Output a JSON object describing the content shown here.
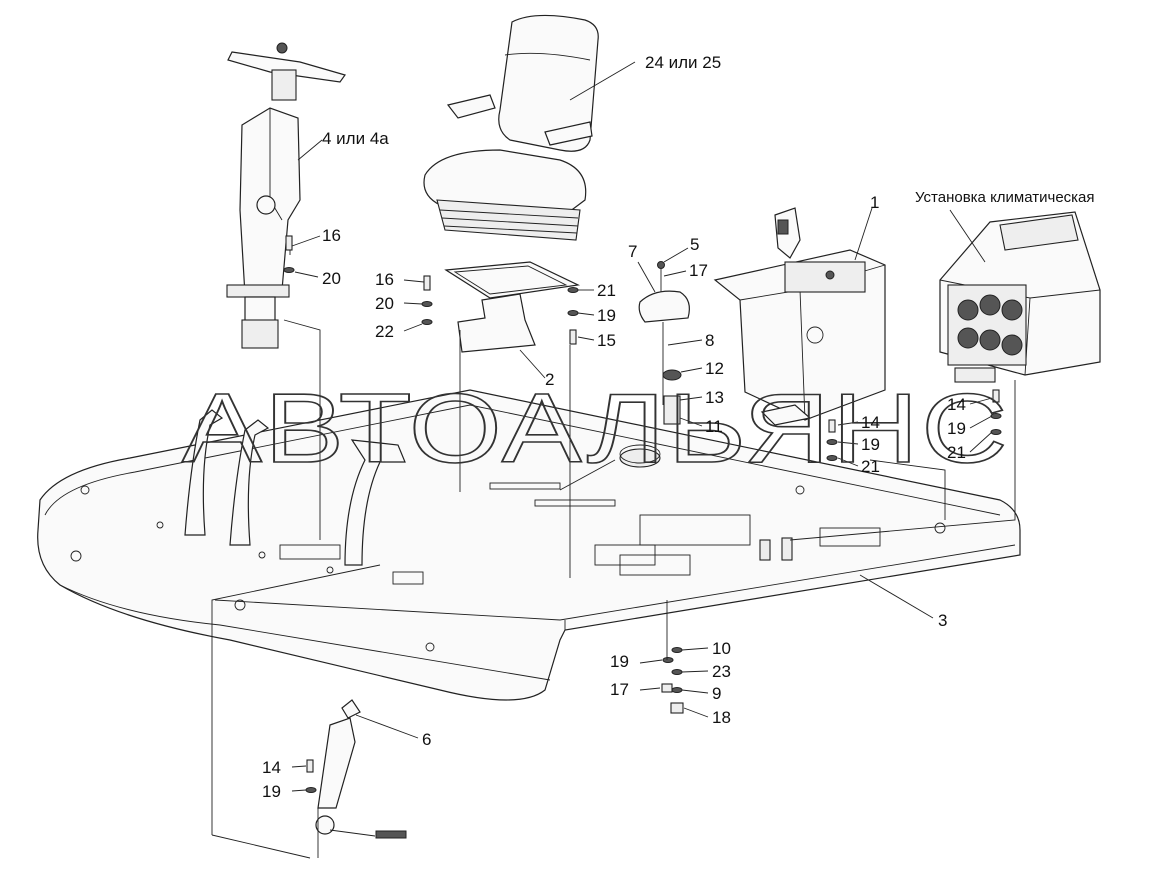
{
  "watermark": "АВТОАЛЬЯНС",
  "labels": {
    "n1": "1",
    "n2": "2",
    "n3": "3",
    "n4": "4 или 4а",
    "n5": "5",
    "n6": "6",
    "n7": "7",
    "n8": "8",
    "n9": "9",
    "n10": "10",
    "n11": "11",
    "n12": "12",
    "n13": "13",
    "n14a": "14",
    "n14b": "14",
    "n14c": "14",
    "n15": "15",
    "n16a": "16",
    "n16b": "16",
    "n17a": "17",
    "n17b": "17",
    "n18": "18",
    "n19a": "19",
    "n19b": "19",
    "n19c": "19",
    "n19d": "19",
    "n19e": "19",
    "n20a": "20",
    "n20b": "20",
    "n21a": "21",
    "n21b": "21",
    "n21c": "21",
    "n22": "22",
    "n23": "23",
    "n24": "24 или 25",
    "climate": "Установка климатическая"
  }
}
